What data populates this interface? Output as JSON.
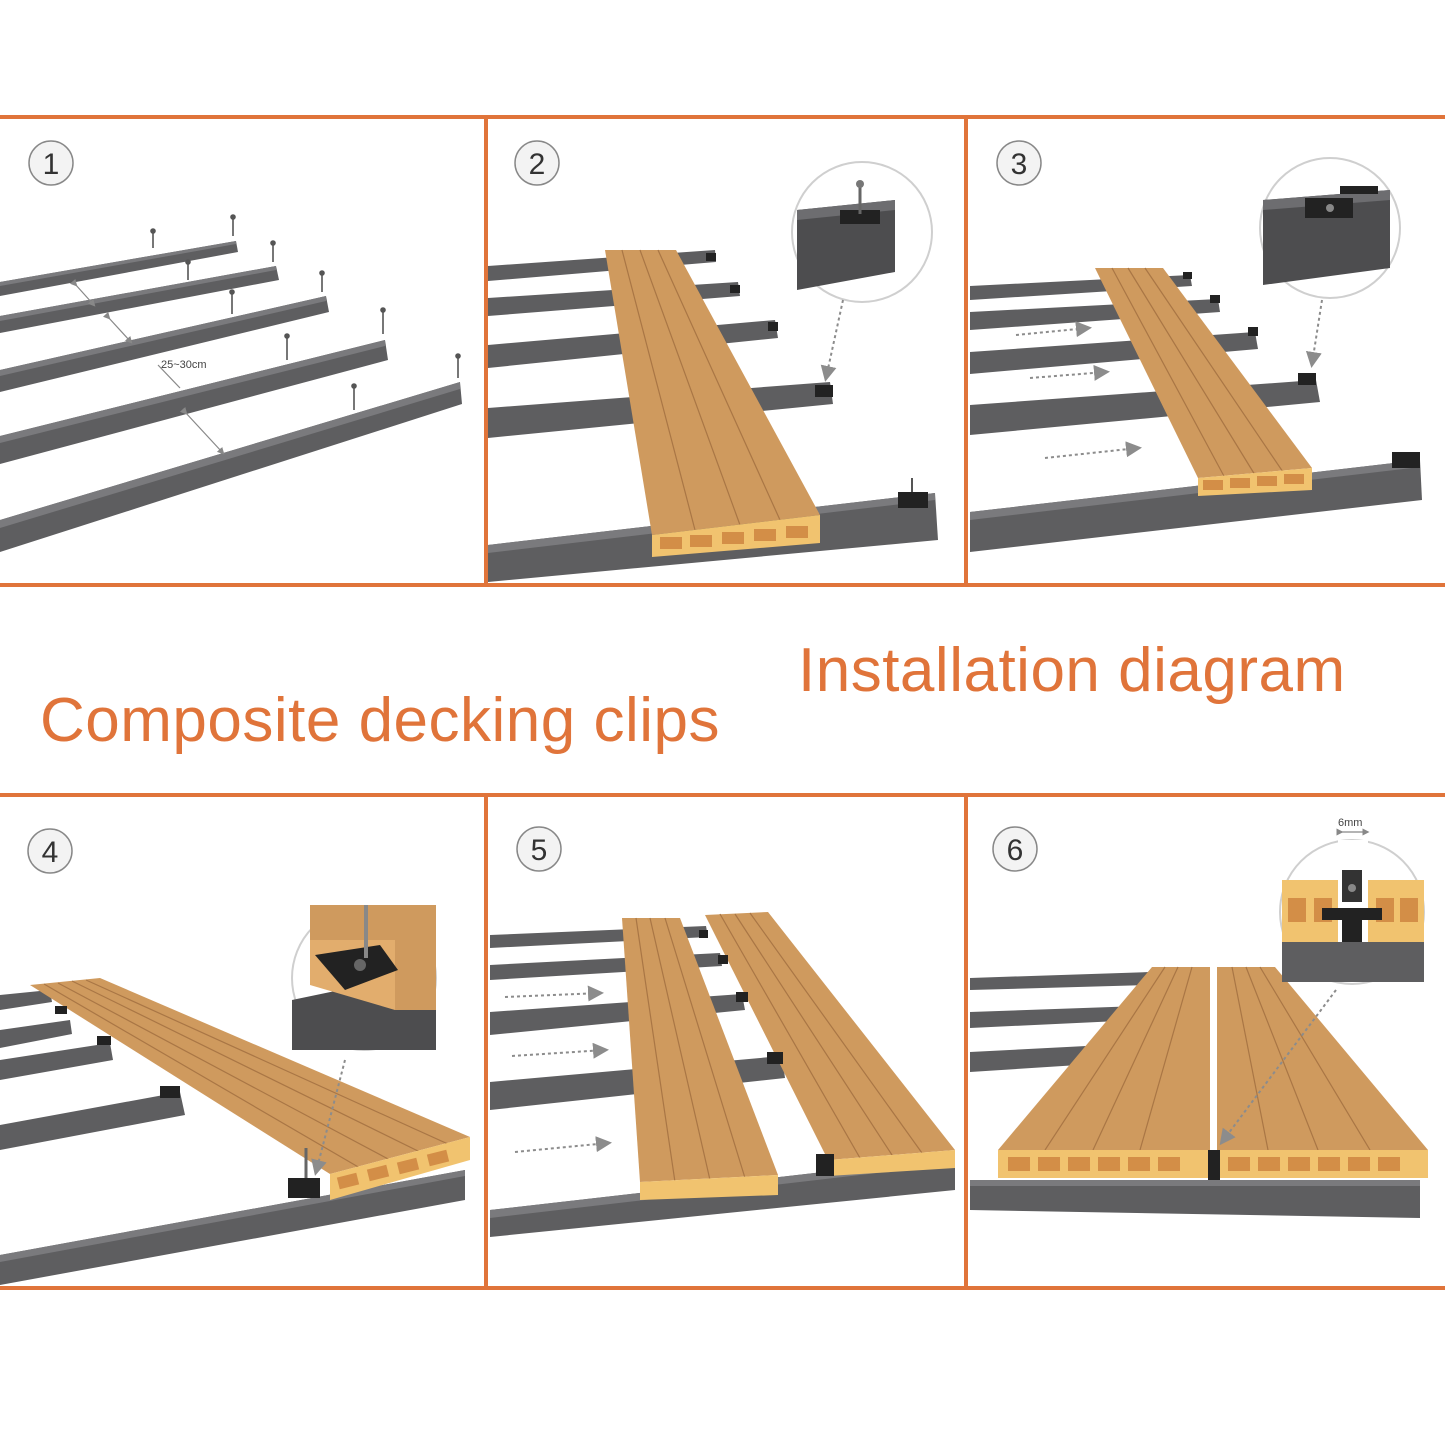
{
  "titles": {
    "installation": "Installation diagram",
    "product": "Composite decking clips"
  },
  "steps": [
    {
      "number": "1",
      "label": "25~30cm"
    },
    {
      "number": "2"
    },
    {
      "number": "3"
    },
    {
      "number": "4"
    },
    {
      "number": "5"
    },
    {
      "number": "6",
      "label": "6mm"
    }
  ],
  "colors": {
    "frame": "#e0743a",
    "joist": "#5e5e60",
    "joist_top": "#77777a",
    "board": "#cf9a5e",
    "board_face": "#f1c36f",
    "clip": "#222222"
  }
}
